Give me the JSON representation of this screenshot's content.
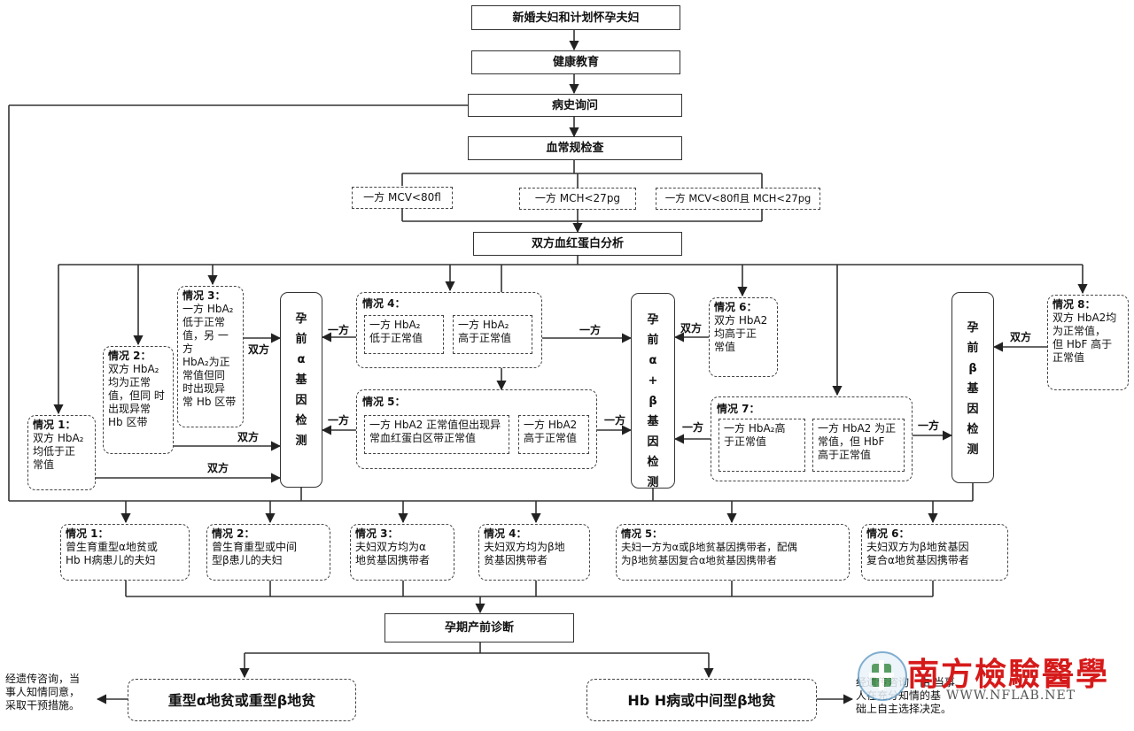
{
  "flow": {
    "top": "新婚夫妇和计划怀孕夫妇",
    "education": "健康教育",
    "history": "病史询问",
    "blood_routine": "血常规检查",
    "mcv": "一方 MCV<80fl",
    "mch": "一方 MCH<27pg",
    "mcv_mch": "一方 MCV<80fl且 MCH<27pg",
    "hb_analysis": "双方血红蛋白分析",
    "prenatal": "孕期产前诊断"
  },
  "tests": {
    "alpha": "孕前α基因检测",
    "alpha_beta": "孕前α+β基因检测",
    "beta": "孕前β基因检测"
  },
  "cases": {
    "c1": {
      "title": "情况 1：",
      "lines": [
        "双方 HbA₂",
        "均低于正",
        "常值"
      ]
    },
    "c2": {
      "title": "情况 2：",
      "lines": [
        "双方 HbA₂",
        "均为正常",
        "值，但同 时",
        "出现异常",
        "Hb 区带"
      ]
    },
    "c3": {
      "title": "情况 3：",
      "lines": [
        "一方 HbA₂",
        "低于正常",
        "值，另 一方",
        "HbA₂为正",
        "常值但同",
        "时出现异",
        "常 Hb 区带"
      ]
    },
    "c4": {
      "title": "情况 4：",
      "a": [
        "一方 HbA₂",
        "低于正常值"
      ],
      "b": [
        "一方 HbA₂",
        "高于正常值"
      ]
    },
    "c5": {
      "title": "情况 5：",
      "a": [
        "一方 HbA2 正常值但出现异",
        "常血红蛋白区带正常值"
      ],
      "b": [
        "一方 HbA2",
        "高于正常值"
      ]
    },
    "c6": {
      "title": "情况 6：",
      "lines": [
        "双方 HbA2",
        "均高于正",
        "常值"
      ]
    },
    "c7": {
      "title": "情况 7：",
      "a": [
        "一方 HbA₂高",
        "于正常值"
      ],
      "b": [
        "一方 HbA2 为正",
        "常值，但 HbF",
        "高于正常值"
      ]
    },
    "c8": {
      "title": "情况 8：",
      "lines": [
        "双方 HbA2均",
        "为正常值，",
        "但 HbF 高于",
        "正常值"
      ]
    }
  },
  "labels": {
    "yifang": "一方",
    "shuangfang": "双方"
  },
  "outcomes": [
    {
      "title": "情况 1：",
      "lines": [
        "曾生育重型α地贫或",
        "Hb H病患儿的夫妇"
      ]
    },
    {
      "title": "情况 2：",
      "lines": [
        "曾生育重型或中间",
        "型β患儿的夫妇"
      ]
    },
    {
      "title": "情况 3：",
      "lines": [
        "夫妇双方均为α",
        "地贫基因携带者"
      ]
    },
    {
      "title": "情况 4：",
      "lines": [
        "夫妇双方均为β地",
        "贫基因携带者"
      ]
    },
    {
      "title": "情况 5：",
      "lines": [
        "夫妇一方为α或β地贫基因携带者，配偶",
        "为β地贫基因复合α地贫基因携带者"
      ]
    },
    {
      "title": "情况 6：",
      "lines": [
        "夫妇双方为β地贫基因",
        "复合α地贫基因携带者"
      ]
    }
  ],
  "diagnosis": {
    "severe": "重型α地贫或重型β地贫",
    "hbh": "Hb H病或中间型β地贫",
    "left_note": [
      "经遗传咨询，当",
      "事人知情同意，",
      "采取干预措施。"
    ],
    "right_note": [
      "经遗传咨询，由 当事",
      "人在充分知情的基",
      "础上自主选择决定。"
    ]
  },
  "watermark": {
    "name": "南方檢驗醫學",
    "url": "WWW.NFLAB.NET"
  }
}
